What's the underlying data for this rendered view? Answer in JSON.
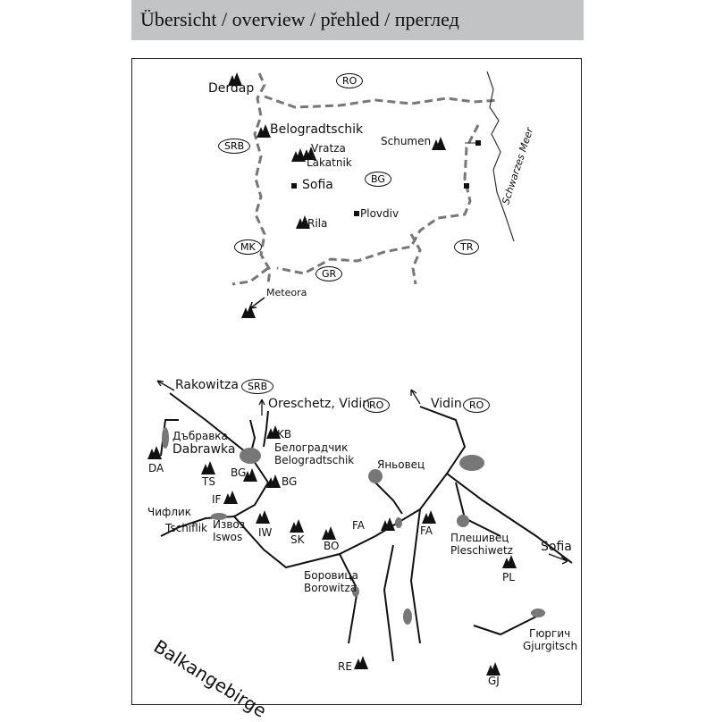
{
  "header": {
    "title": "Übersicht / overview / přehled / преглед"
  },
  "overview_map": {
    "countries": [
      "RO",
      "SRB",
      "BG",
      "MK",
      "GR",
      "TR"
    ],
    "places": [
      "Derdap",
      "Belogradtschik",
      "Vratza",
      "Lakatnik",
      "Schumen",
      "Sofia",
      "Plovdiv",
      "Rila",
      "Meteora"
    ],
    "sea": "Schwarzes Meer"
  },
  "detail_map": {
    "directions": {
      "rakowitza": "Rakowitza",
      "srb": "SRB",
      "oreschetz": "Oreschetz, Vidin",
      "ro1": "RO",
      "vidin": "Vidin",
      "ro2": "RO",
      "sofia": "Sofia"
    },
    "towns": {
      "dabrawka_bg": "Дъбравка",
      "dabrawka": "Dabrawka",
      "belogradchik_bg": "Белоградчик",
      "belogradchik": "Belogradtschik",
      "yanovets_bg": "Яньовец",
      "chiflik_bg": "Чифлик",
      "chiflik": "Tschiflik",
      "izvoz_bg": "Извоз",
      "izvoz": "Iswos",
      "pleshivets_bg": "Плешивец",
      "pleshivets": "Pleschiwetz",
      "borovitsa_bg": "Боровица",
      "borovitsa": "Borowitza",
      "gyurgich_bg": "Гюргич",
      "gyurgich": "Gjurgitsch"
    },
    "areas": [
      "KB",
      "DA",
      "TS",
      "BG",
      "BG",
      "IF",
      "IW",
      "SK",
      "BO",
      "FA",
      "FA",
      "PL",
      "RE",
      "GJ"
    ],
    "mountains": "Balkangebirge"
  }
}
